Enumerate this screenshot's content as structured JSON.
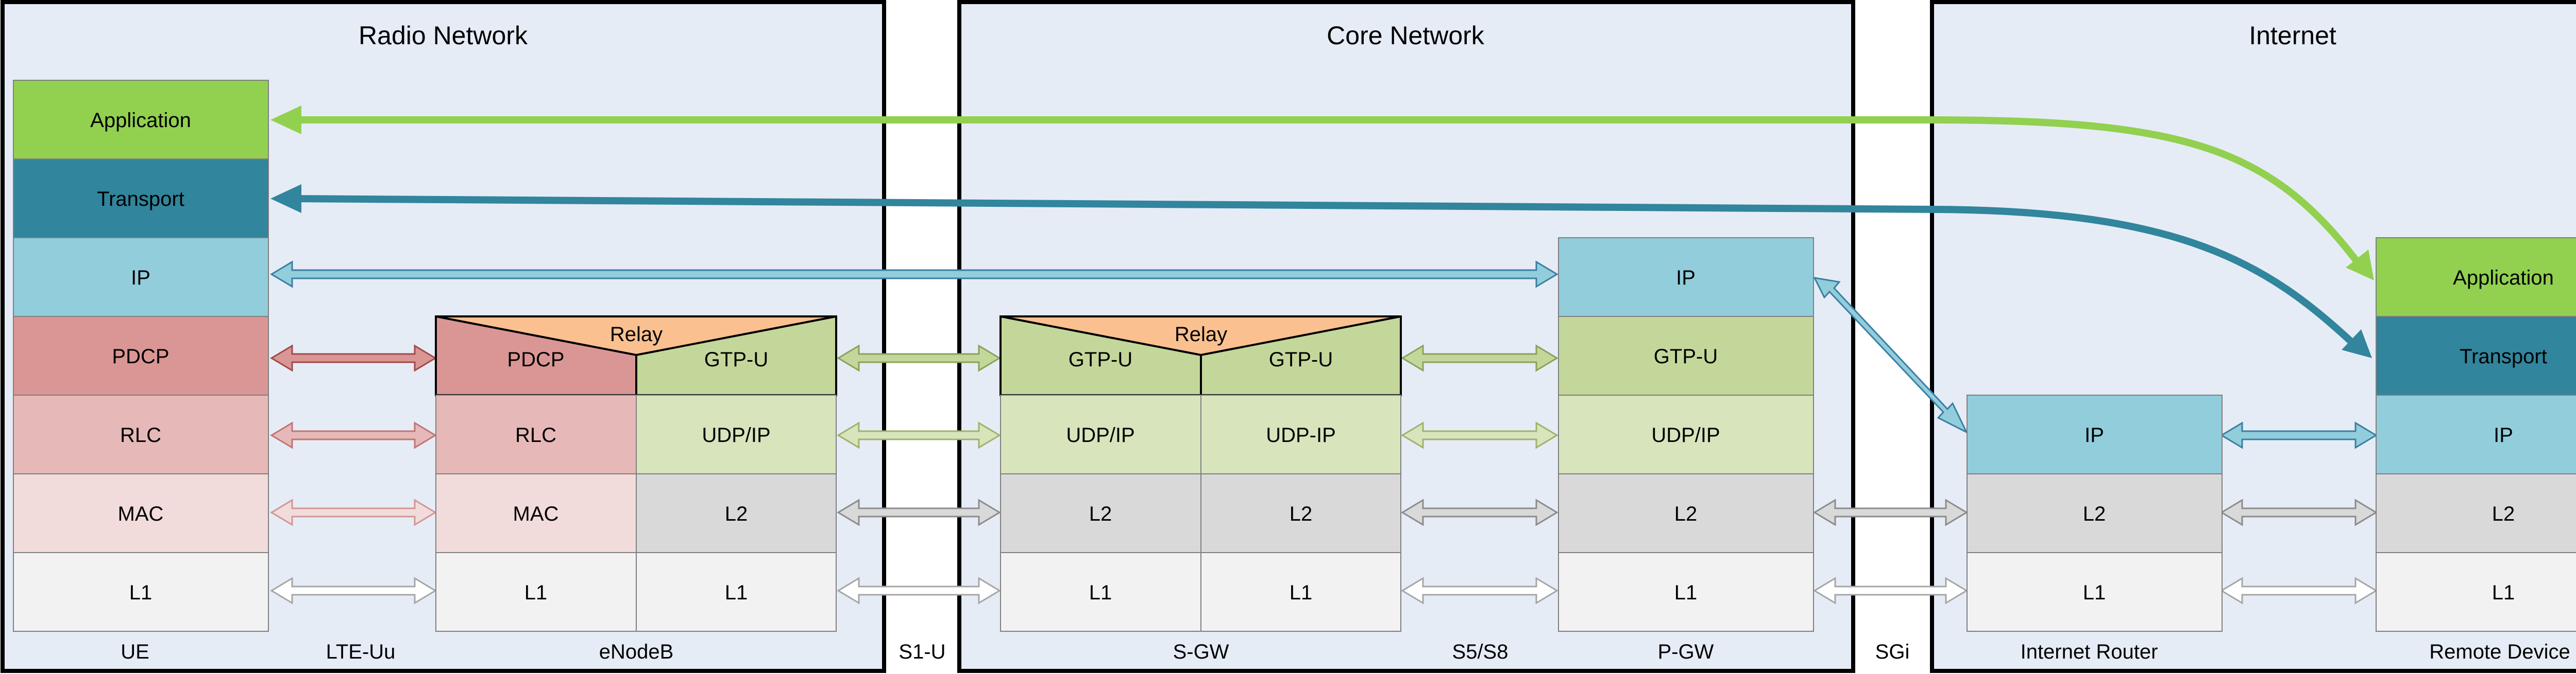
{
  "regions": [
    {
      "title": "Radio Network"
    },
    {
      "title": "Core Network"
    },
    {
      "title": "Internet"
    }
  ],
  "bottom_labels": {
    "ue": "UE",
    "lte_uu": "LTE-Uu",
    "enodeb": "eNodeB",
    "s1u": "S1-U",
    "sgw": "S-GW",
    "s5s8": "S5/S8",
    "pgw": "P-GW",
    "sgi": "SGi",
    "internet_router": "Internet Router",
    "remote_device": "Remote Device"
  },
  "layers": {
    "application": "Application",
    "transport": "Transport",
    "ip": "IP",
    "pdcp": "PDCP",
    "rlc": "RLC",
    "mac": "MAC",
    "l1": "L1",
    "l2": "L2",
    "gtpu": "GTP-U",
    "udp_ip_slash": "UDP/IP",
    "udp_ip_dash": "UDP-IP",
    "relay": "Relay"
  },
  "colors": {
    "region_fill": "#e6ecf6",
    "application": "#92d050",
    "transport": "#31859c",
    "ip": "#92cddc",
    "pdcp": "#da9694",
    "rlc": "#e6b9b8",
    "mac": "#f2dcdb",
    "l1": "#f2f2f2",
    "gtpu": "#c4d79b",
    "udp_ip": "#d8e4bc",
    "l2": "#d9d9d9",
    "relay": "#fac090"
  }
}
